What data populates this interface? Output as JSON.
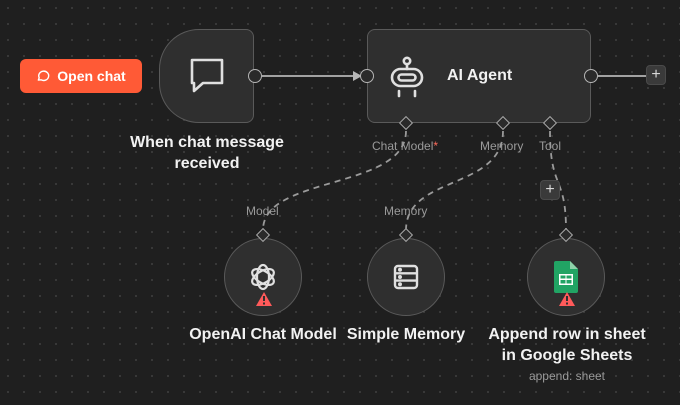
{
  "open_chat": {
    "label": "Open chat",
    "icon": "chat-bubble-icon"
  },
  "trigger": {
    "title_line1": "When chat message",
    "title_line2": "received",
    "icon": "chat-message-icon"
  },
  "agent": {
    "title": "AI Agent",
    "icon": "robot-icon",
    "ports": {
      "chat_model": "Chat Model",
      "required_mark": "*",
      "memory": "Memory",
      "tool": "Tool"
    }
  },
  "nodes": {
    "openai": {
      "port_label": "Model",
      "title": "OpenAI Chat Model",
      "icon": "openai-icon",
      "warning": true
    },
    "memory": {
      "port_label": "Memory",
      "title": "Simple Memory",
      "icon": "database-icon"
    },
    "sheets": {
      "title_line1": "Append row in sheet",
      "title_line2": "in Google Sheets",
      "subtitle": "append: sheet",
      "icon": "google-sheets-icon",
      "warning": true
    }
  },
  "plus_symbol": "+",
  "colors": {
    "accent": "#ff5a36",
    "warning": "#ff5a5a",
    "sheets_green": "#21a464",
    "canvas": "#1f1f1f",
    "node_bg": "#2f2f2f"
  }
}
